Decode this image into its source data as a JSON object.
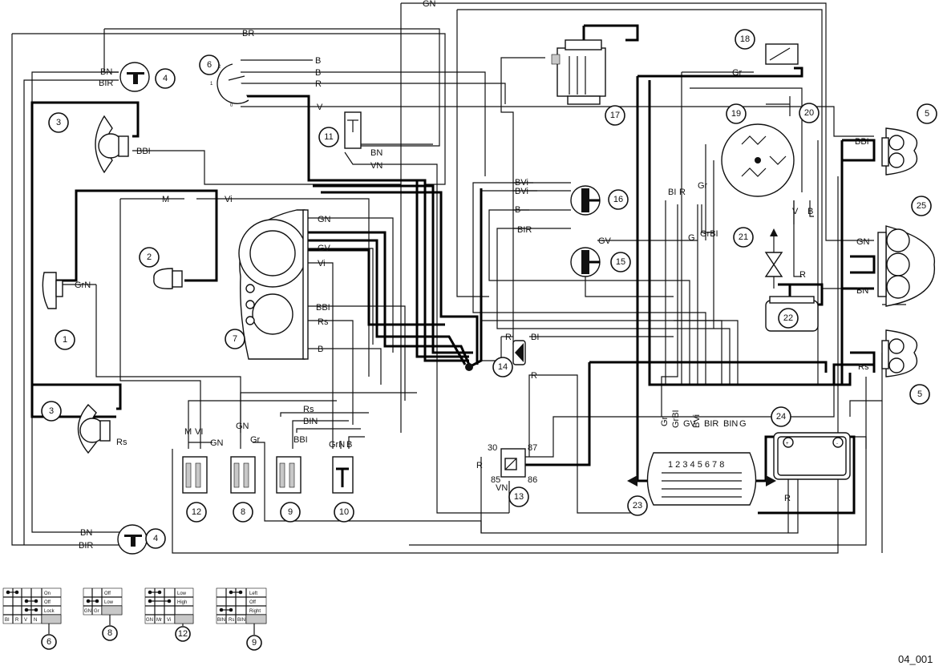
{
  "diagram": {
    "figure_code": "04_001",
    "components": [
      {
        "id": "1"
      },
      {
        "id": "2"
      },
      {
        "id": "3a",
        "number": "3"
      },
      {
        "id": "3b",
        "number": "3"
      },
      {
        "id": "4a",
        "number": "4"
      },
      {
        "id": "4b",
        "number": "4"
      },
      {
        "id": "5a",
        "number": "5"
      },
      {
        "id": "5b",
        "number": "5"
      },
      {
        "id": "6"
      },
      {
        "id": "7"
      },
      {
        "id": "8"
      },
      {
        "id": "9"
      },
      {
        "id": "10"
      },
      {
        "id": "11"
      },
      {
        "id": "12"
      },
      {
        "id": "13"
      },
      {
        "id": "14"
      },
      {
        "id": "15"
      },
      {
        "id": "16"
      },
      {
        "id": "17"
      },
      {
        "id": "18"
      },
      {
        "id": "19"
      },
      {
        "id": "20"
      },
      {
        "id": "21"
      },
      {
        "id": "22"
      },
      {
        "id": "23"
      },
      {
        "id": "24"
      },
      {
        "id": "25"
      }
    ],
    "wire_labels": {
      "top_gn": "GN",
      "top_br": "BR",
      "bn_4a": "BN",
      "bir_4a": "BIR",
      "sw_b1": "B",
      "sw_b2": "B",
      "sw_r": "R",
      "sw_v": "V",
      "k11_bn": "BN",
      "k11_vn": "VN",
      "bbi_3a": "BBI",
      "m_2": "M",
      "vi_2": "Vi",
      "grn_1": "GrN",
      "dash_gn": "GN",
      "dash_gv": "GV",
      "dash_vi": "Vi",
      "dash_bbi": "BBI",
      "dash_rs": "Rs",
      "dash_b": "B",
      "h16_bvi1": "BVi",
      "h16_bvi2": "BVi",
      "h16_b": "B",
      "h16_bir": "BIR",
      "h15_gv": "GV",
      "d14_r1": "R",
      "d14_bi": "BI",
      "d14_r2": "R",
      "rs_3b": "Rs",
      "sw12_m": "M",
      "sw12_vi": "VI",
      "sw12_gn": "GN",
      "sw8_gn": "GN",
      "sw8_gr": "Gr",
      "sw9_rs": "Rs",
      "sw9_bin": "BIN",
      "sw9_bbi": "BBI",
      "sw10_grn": "GrN",
      "sw10_b": "B",
      "rel_30": "30",
      "rel_87": "87",
      "rel_85": "85",
      "rel_86": "86",
      "rel_r": "R",
      "rel_vn": "VN",
      "bn_4b": "BN",
      "bir_4b": "BIR",
      "m18_gr": "Gr",
      "m19_bi": "BI",
      "m19_r": "R",
      "m19_gr": "Gr",
      "m19_g": "G",
      "m19_grbi": "GrBI",
      "m19_v": "V",
      "m19_b": "B",
      "m22_r": "R",
      "bbi_5a": "BBI",
      "gn_25": "GN",
      "bn_25": "BN",
      "rs_5b": "Rs",
      "bat_r": "R",
      "c23_gr": "Gr",
      "c23_grbi": "GrBI",
      "c23_gv": "GV",
      "c23_bvi": "BVi",
      "c23_bir": "BIR",
      "c23_bin": "BIN",
      "c23_g": "G",
      "c23_pins": "1 2 3 4 5 6 7 8",
      "sw6_letters": "1 2 0"
    },
    "legend_tables": [
      {
        "id": "6",
        "rows": [
          "On",
          "Off",
          "Lock"
        ],
        "columns": [
          "BI",
          "R",
          "V",
          "N"
        ]
      },
      {
        "id": "8",
        "rows": [
          "Off",
          "Low"
        ],
        "columns": [
          "GN",
          "Gr"
        ]
      },
      {
        "id": "12",
        "rows": [
          "Low",
          "High"
        ],
        "columns": [
          "GN",
          "Mr",
          "Vi"
        ]
      },
      {
        "id": "9",
        "rows": [
          "Left",
          "Off",
          "Right"
        ],
        "columns": [
          "BIN",
          "Rs",
          "BIN"
        ]
      }
    ]
  }
}
